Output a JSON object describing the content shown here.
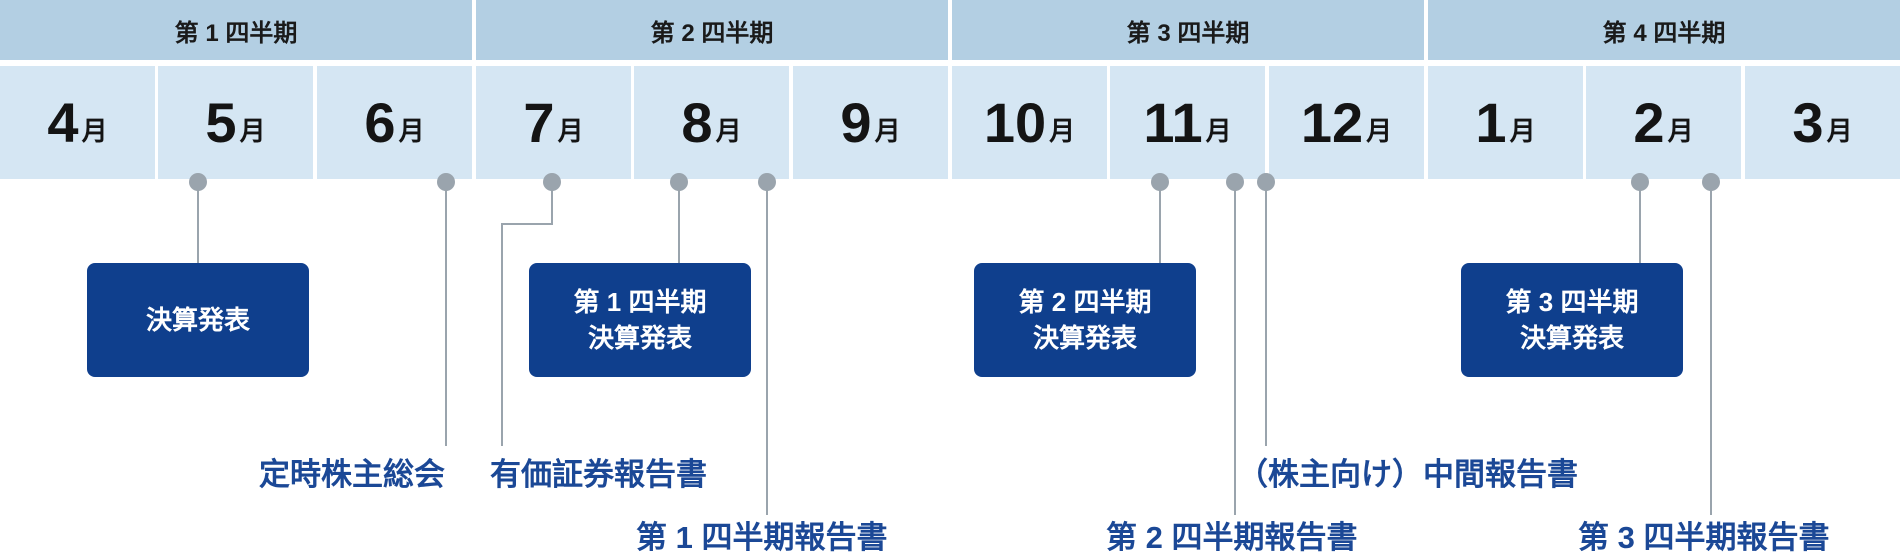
{
  "quarters": [
    "第 1 四半期",
    "第 2 四半期",
    "第 3 四半期",
    "第 4 四半期"
  ],
  "months": [
    {
      "num": "4",
      "unit": "月"
    },
    {
      "num": "5",
      "unit": "月"
    },
    {
      "num": "6",
      "unit": "月"
    },
    {
      "num": "7",
      "unit": "月"
    },
    {
      "num": "8",
      "unit": "月"
    },
    {
      "num": "9",
      "unit": "月"
    },
    {
      "num": "10",
      "unit": "月"
    },
    {
      "num": "11",
      "unit": "月"
    },
    {
      "num": "12",
      "unit": "月"
    },
    {
      "num": "1",
      "unit": "月"
    },
    {
      "num": "2",
      "unit": "月"
    },
    {
      "num": "3",
      "unit": "月"
    }
  ],
  "events": {
    "kessan": {
      "line1": "決算発表",
      "line2": ""
    },
    "q1_kessan": {
      "line1": "第 1 四半期",
      "line2": "決算発表"
    },
    "q2_kessan": {
      "line1": "第 2 四半期",
      "line2": "決算発表"
    },
    "q3_kessan": {
      "line1": "第 3 四半期",
      "line2": "決算発表"
    }
  },
  "labels": {
    "agm": "定時株主総会",
    "securities_report": "有価証券報告書",
    "q1_report": "第 1 四半期報告書",
    "interim_report": "（株主向け）中間報告書",
    "q2_report": "第 2 四半期報告書",
    "q3_report": "第 3 四半期報告書"
  },
  "colors": {
    "quarter_header": "#b3cfe3",
    "month_cell": "#d5e6f3",
    "event_box": "#0f3f8d",
    "label_text": "#1b4896",
    "connector": "#9aa4ad"
  }
}
